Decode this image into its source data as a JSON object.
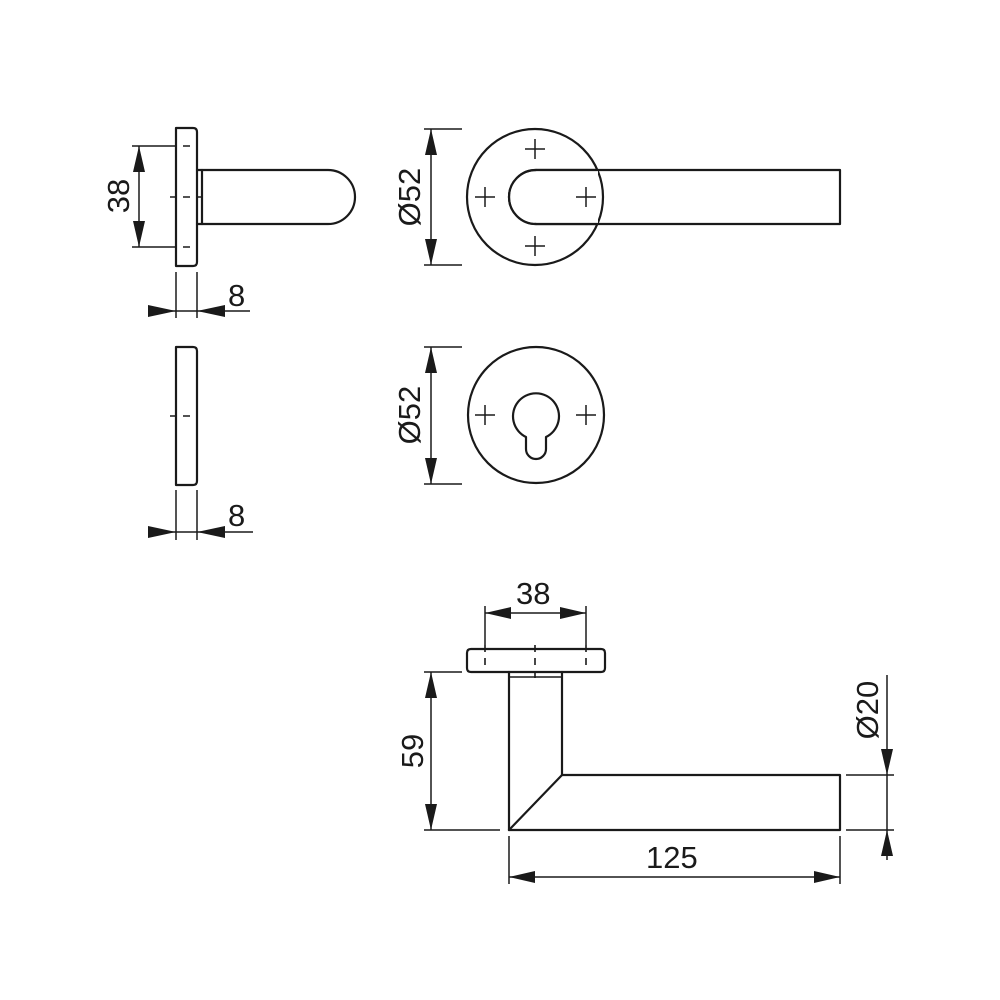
{
  "drawing": {
    "title": "Door lever handle on round rose — dimensioned technical drawing",
    "line_color": "#1a1a1a",
    "background": "#ffffff",
    "views": {
      "side_view_lever": {
        "rose_height_dim": "38",
        "rose_thickness_dim": "8"
      },
      "front_view_lever": {
        "rose_diameter_dim": "Ø52",
        "screw_markers": 4
      },
      "side_view_escutcheon": {
        "rose_thickness_dim": "8"
      },
      "front_view_escutcheon": {
        "rose_diameter_dim": "Ø52",
        "keyhole": "profile-cylinder",
        "screw_markers": 2
      },
      "top_view_lever": {
        "rose_fixing_dim": "38",
        "projection_dim": "59",
        "lever_length_dim": "125",
        "lever_diameter_dim": "Ø20"
      }
    }
  }
}
